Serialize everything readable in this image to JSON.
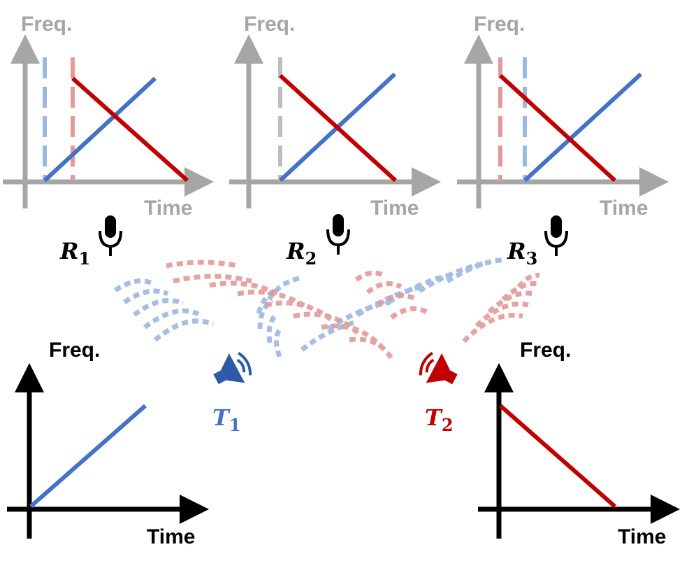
{
  "colors": {
    "blue": "#4472C4",
    "red": "#C00000",
    "gray_axis": "#A6A6A6",
    "black": "#000000",
    "light_blue": "#9DB8DE",
    "light_red": "#E49A9A",
    "light_gray": "#BDBDBD"
  },
  "top_charts": [
    {
      "ylabel": "Freq.",
      "xlabel": "Time"
    },
    {
      "ylabel": "Freq.",
      "xlabel": "Time"
    },
    {
      "ylabel": "Freq.",
      "xlabel": "Time"
    }
  ],
  "receivers": [
    {
      "letter": "R",
      "sub": "1",
      "icon": "microphone-icon"
    },
    {
      "letter": "R",
      "sub": "2",
      "icon": "microphone-icon"
    },
    {
      "letter": "R",
      "sub": "3",
      "icon": "microphone-icon"
    }
  ],
  "transmitters": [
    {
      "letter": "T",
      "sub": "1",
      "icon": "speaker-icon",
      "color": "#2E5BA8"
    },
    {
      "letter": "T",
      "sub": "2",
      "icon": "speaker-icon",
      "color": "#C00000"
    }
  ],
  "bottom_charts": [
    {
      "ylabel": "Freq.",
      "xlabel": "Time"
    },
    {
      "ylabel": "Freq.",
      "xlabel": "Time"
    }
  ]
}
